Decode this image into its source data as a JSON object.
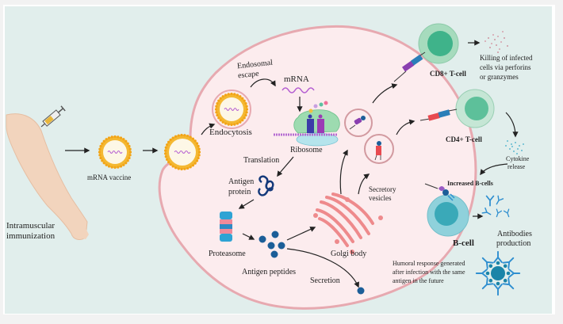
{
  "diagram": {
    "title": "mRNA vaccine mechanism of action",
    "labels": {
      "intramuscular": "Intramuscular",
      "immunization": "immunization",
      "mrna_vaccine": "mRNA vaccine",
      "endosomal": "Endosomal",
      "escape": "escape",
      "endocytosis": "Endocytosis",
      "mrna": "mRNA",
      "ribosome": "Ribosome",
      "translation": "Translation",
      "antigen": "Antigen",
      "protein": "protein",
      "proteasome": "Proteasome",
      "antigen_peptides": "Antigen peptides",
      "secretion": "Secretion",
      "golgi_body": "Golgi body",
      "secretory": "Secretory",
      "vesicles": "vesicles",
      "cd8_tcell": "CD8+ T-cell",
      "killing_1": "Killing of infected",
      "killing_2": "cells via perforins",
      "killing_3": "or granzymes",
      "cd4_tcell": "CD4+ T-cell",
      "cytokine": "Cytokine",
      "release": "release",
      "increased_bcells": "Increased B-cells",
      "bcell": "B-cell",
      "antibodies": "Antibodies",
      "production": "production",
      "humoral_1": "Humoral response generated",
      "humoral_2": "after infection with the same",
      "humoral_3": "antigen in the future"
    },
    "colors": {
      "background": "#e1eeec",
      "cell_fill": "#fcecee",
      "cell_membrane": "#e7a9b0",
      "lipid_yellow": "#f4b832",
      "lipid_orange": "#f2a417",
      "mrna_purple": "#b35bd1",
      "tcell_outer": "#a6dbbd",
      "tcell_inner": "#3fb38a",
      "bcell_outer": "#8fd1db",
      "bcell_inner": "#3aa9b8",
      "antigen_blue": "#1c5e98",
      "golgi_pink": "#ee8a8c",
      "arrow": "#222222",
      "antibody_blue": "#2f8fd0"
    }
  }
}
